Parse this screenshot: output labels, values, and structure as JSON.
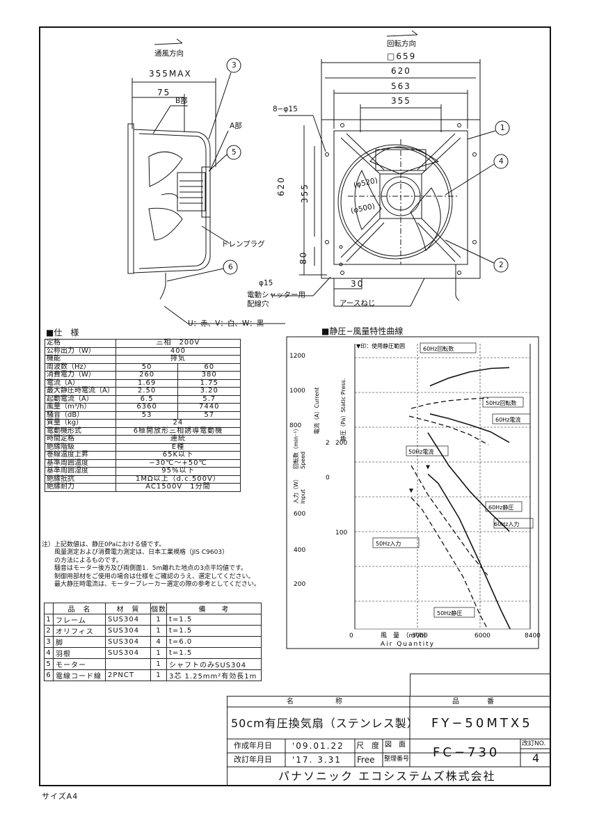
{
  "side_view": {
    "airflow_label": "通風方向",
    "dim_355max": "355MAX",
    "dim_75": "75",
    "part_b": "B部",
    "part_a": "A部",
    "drain_plug": "ドレンプラグ",
    "wire_colors": "U：赤、V：白、W：黒",
    "callouts": [
      "3",
      "5",
      "6"
    ]
  },
  "front_view": {
    "rotation_label": "回転方向",
    "dim_659": "□659",
    "dim_620": "620",
    "dim_563": "563",
    "dim_355": "355",
    "holes": "8−φ15",
    "dim_v620": "620",
    "dim_v355": "355",
    "dim_v80": "80",
    "dim_30": "30",
    "phi520": "(φ520)",
    "phi500": "(φ500)",
    "phi15": "φ15",
    "shutter_1": "電動シャッター用",
    "shutter_2": "配線穴",
    "earth": "アースねじ",
    "callouts": [
      "1",
      "4",
      "2"
    ]
  },
  "spec": {
    "title": "■仕　様",
    "rows": [
      {
        "k": "定格",
        "v": [
          "三相　200V"
        ]
      },
      {
        "k": "公称出力（W）",
        "v": [
          "400"
        ]
      },
      {
        "k": "機能",
        "v": [
          "排気"
        ]
      },
      {
        "k": "周波数（Hz）",
        "v": [
          "50",
          "60"
        ]
      },
      {
        "k": "消費電力（W）",
        "v": [
          "260",
          "380"
        ]
      },
      {
        "k": "電流（A）",
        "v": [
          "1.69",
          "1.75"
        ]
      },
      {
        "k": "最大静圧時電流（A）",
        "v": [
          "2.50",
          "3.20"
        ]
      },
      {
        "k": "起動電流（A）",
        "v": [
          "6.5",
          "5.7"
        ]
      },
      {
        "k": "風量（m³/h）",
        "v": [
          "6360",
          "7440"
        ]
      },
      {
        "k": "騒音（dB）",
        "v": [
          "53",
          "57"
        ]
      },
      {
        "k": "質量（kg）",
        "v": [
          "24"
        ]
      },
      {
        "k": "電動機形式",
        "v": [
          "6極開放形三相誘導電動機"
        ]
      },
      {
        "k": "時間定格",
        "v": [
          "連続"
        ]
      },
      {
        "k": "絶縁階級",
        "v": [
          "E種"
        ]
      },
      {
        "k": "巻線温度上昇",
        "v": [
          "65K以下"
        ]
      },
      {
        "k": "基準周囲温度",
        "v": [
          "−30℃〜+50℃"
        ]
      },
      {
        "k": "基準周囲湿度",
        "v": [
          "95%以下"
        ]
      },
      {
        "k": "絶縁抵抗",
        "v": [
          "1MΩ以上（d.c.500V）"
        ]
      },
      {
        "k": "絶縁耐力",
        "v": [
          "AC1500V　1分間"
        ]
      }
    ]
  },
  "notes": [
    "注）上記数値は、静圧0Paにおける値です。",
    "　　風量測定および消費電力測定は、日本工業規格（JIS C9603）",
    "　　の方法によるものです。",
    "　　騒音はモーター後方及び両側面1．5m離れた地点の3点平均値です。",
    "　　制御用部材をご使用の場合は仕様をご確認のうえ、選定してください。",
    "　　最大静圧時電流は、モーターブレーカー選定の際の参考としてください。"
  ],
  "parts": {
    "header": [
      "品　名",
      "材　質",
      "個数",
      "備　　考"
    ],
    "rows": [
      [
        "1",
        "フレーム",
        "SUS304",
        "1",
        "t=1.5"
      ],
      [
        "2",
        "オリフィス",
        "SUS304",
        "1",
        "t=1.5"
      ],
      [
        "3",
        "脚",
        "SUS304",
        "4",
        "t=6.0"
      ],
      [
        "4",
        "羽根",
        "SUS304",
        "1",
        "t=1.5"
      ],
      [
        "5",
        "モーター",
        "",
        "1",
        "シャフトのみSUS304"
      ],
      [
        "6",
        "電線コード線",
        "2PNCT",
        "1",
        "3芯 1.25mm²有効長1m"
      ]
    ]
  },
  "chart_data": {
    "type": "line",
    "title": "■静圧−風量特性曲線",
    "legend_note": "▼印：使用静圧範囲",
    "xlabel": "風　量　（m³/h）",
    "xlabel_en": "Air Quantity",
    "ylabel_input": "入力（W）",
    "ylabel_input_en": "Input",
    "ylabel_speed": "回転数（min⁻¹）",
    "ylabel_speed_en": "Speed",
    "ylabel_current": "電流（A）Current",
    "ylabel_pressure": "静圧（Pa）Static Press.",
    "x_ticks": [
      "0",
      "3000",
      "6000",
      "8400"
    ],
    "y_ticks_speed": [
      "1200",
      "1000",
      "800"
    ],
    "y_ticks_current": [
      "2",
      "0"
    ],
    "y_ticks_input": [
      "600",
      "400",
      "200"
    ],
    "y_ticks_pressure": [
      "200",
      "100"
    ],
    "xlim": [
      0,
      8400
    ],
    "series": [
      {
        "name": "60Hz回転数",
        "style": "solid",
        "x": [
          3600,
          4500,
          5500,
          6500,
          7400
        ],
        "y": [
          1030,
          1075,
          1110,
          1130,
          1135
        ]
      },
      {
        "name": "50Hz回転数",
        "style": "dashed",
        "x": [
          2700,
          3500,
          4500,
          5500,
          6400
        ],
        "y": [
          900,
          925,
          945,
          955,
          960
        ]
      },
      {
        "name": "60Hz電流",
        "style": "solid",
        "x": [
          3600,
          4500,
          5500,
          6500,
          7400
        ],
        "y": [
          2.48,
          2.36,
          2.2,
          2.02,
          1.75
        ]
      },
      {
        "name": "50Hz電流",
        "style": "dashed",
        "x": [
          2600,
          3500,
          4500,
          5500,
          6400
        ],
        "y": [
          2.42,
          2.3,
          2.15,
          1.95,
          1.69
        ]
      },
      {
        "name": "60Hz静圧",
        "style": "solid",
        "x": [
          3500,
          4000,
          5000,
          6000,
          7000,
          7440
        ],
        "y": [
          165,
          155,
          118,
          70,
          20,
          0
        ]
      },
      {
        "name": "50Hz静圧",
        "style": "dashed",
        "x": [
          2700,
          3200,
          4200,
          5200,
          6000,
          6360
        ],
        "y": [
          140,
          128,
          92,
          55,
          15,
          0
        ]
      },
      {
        "name": "60Hz入力",
        "style": "solid",
        "x": [
          3500,
          4500,
          5500,
          6500,
          7400
        ],
        "y": [
          650,
          560,
          490,
          430,
          380
        ]
      },
      {
        "name": "50Hz入力",
        "style": "dashed",
        "x": [
          2700,
          3500,
          4500,
          5500,
          6360
        ],
        "y": [
          560,
          480,
          400,
          320,
          260
        ]
      }
    ],
    "usage_marks": [
      [
        2700,
        145
      ],
      [
        3500,
        170
      ]
    ]
  },
  "title_block": {
    "name_hdr": "名　　　　　　称",
    "num_hdr": "品　　　　番",
    "name": "50cm有圧換気扇（ステンレス製）",
    "number": "FY−50MTX5",
    "created_label": "作成年月日",
    "created": "'09.01.22",
    "revised_label": "改訂年月日",
    "revised": "'17. 3.31",
    "scale_label": "尺　度",
    "scale": "Free",
    "drawing_label": "図　面",
    "drawing_label2": "整理番号",
    "drawing_no": "FC−730",
    "rev_label": "改訂NO.",
    "rev": "4",
    "company": "パナソニック エコシステムズ株式会社"
  },
  "size": "サイズA4"
}
